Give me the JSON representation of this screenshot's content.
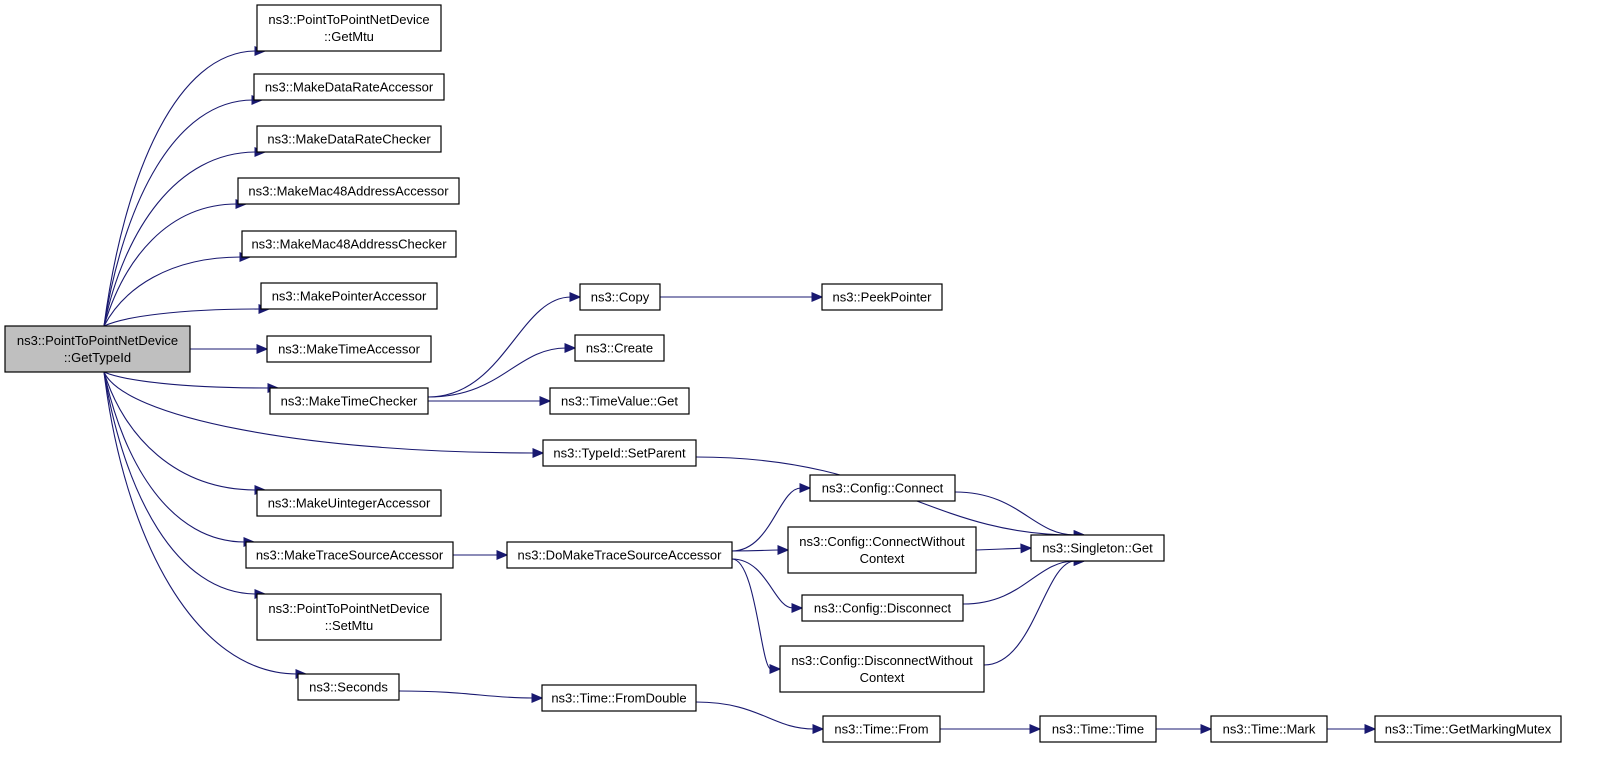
{
  "diagram": {
    "type": "call-graph",
    "root_id": "get_type_id",
    "colors": {
      "edge": "#191970",
      "root_fill": "#bfbfbf",
      "node_fill": "#ffffff",
      "border": "#000000"
    },
    "nodes": [
      {
        "id": "get_type_id",
        "lines": [
          "ns3::PointToPointNetDevice",
          "::GetTypeId"
        ]
      },
      {
        "id": "get_mtu",
        "lines": [
          "ns3::PointToPointNetDevice",
          "::GetMtu"
        ]
      },
      {
        "id": "make_data_rate_accessor",
        "lines": [
          "ns3::MakeDataRateAccessor"
        ]
      },
      {
        "id": "make_data_rate_checker",
        "lines": [
          "ns3::MakeDataRateChecker"
        ]
      },
      {
        "id": "make_mac48_address_accessor",
        "lines": [
          "ns3::MakeMac48AddressAccessor"
        ]
      },
      {
        "id": "make_mac48_address_checker",
        "lines": [
          "ns3::MakeMac48AddressChecker"
        ]
      },
      {
        "id": "make_pointer_accessor",
        "lines": [
          "ns3::MakePointerAccessor"
        ]
      },
      {
        "id": "make_time_accessor",
        "lines": [
          "ns3::MakeTimeAccessor"
        ]
      },
      {
        "id": "make_time_checker",
        "lines": [
          "ns3::MakeTimeChecker"
        ]
      },
      {
        "id": "copy",
        "lines": [
          "ns3::Copy"
        ]
      },
      {
        "id": "peek_pointer",
        "lines": [
          "ns3::PeekPointer"
        ]
      },
      {
        "id": "create",
        "lines": [
          "ns3::Create"
        ]
      },
      {
        "id": "time_value_get",
        "lines": [
          "ns3::TimeValue::Get"
        ]
      },
      {
        "id": "type_id_set_parent",
        "lines": [
          "ns3::TypeId::SetParent"
        ]
      },
      {
        "id": "make_uinteger_accessor",
        "lines": [
          "ns3::MakeUintegerAccessor"
        ]
      },
      {
        "id": "make_trace_source_accessor",
        "lines": [
          "ns3::MakeTraceSourceAccessor"
        ]
      },
      {
        "id": "do_make_trace_source_accessor",
        "lines": [
          "ns3::DoMakeTraceSourceAccessor"
        ]
      },
      {
        "id": "config_connect",
        "lines": [
          "ns3::Config::Connect"
        ]
      },
      {
        "id": "config_connect_without_context",
        "lines": [
          "ns3::Config::ConnectWithout",
          "Context"
        ]
      },
      {
        "id": "config_disconnect",
        "lines": [
          "ns3::Config::Disconnect"
        ]
      },
      {
        "id": "config_disconnect_without_context",
        "lines": [
          "ns3::Config::DisconnectWithout",
          "Context"
        ]
      },
      {
        "id": "singleton_get",
        "lines": [
          "ns3::Singleton::Get"
        ]
      },
      {
        "id": "set_mtu",
        "lines": [
          "ns3::PointToPointNetDevice",
          "::SetMtu"
        ]
      },
      {
        "id": "seconds",
        "lines": [
          "ns3::Seconds"
        ]
      },
      {
        "id": "time_from_double",
        "lines": [
          "ns3::Time::FromDouble"
        ]
      },
      {
        "id": "time_from",
        "lines": [
          "ns3::Time::From"
        ]
      },
      {
        "id": "time_time",
        "lines": [
          "ns3::Time::Time"
        ]
      },
      {
        "id": "time_mark",
        "lines": [
          "ns3::Time::Mark"
        ]
      },
      {
        "id": "time_get_marking_mutex",
        "lines": [
          "ns3::Time::GetMarkingMutex"
        ]
      }
    ],
    "edges": [
      [
        "get_type_id",
        "get_mtu"
      ],
      [
        "get_type_id",
        "make_data_rate_accessor"
      ],
      [
        "get_type_id",
        "make_data_rate_checker"
      ],
      [
        "get_type_id",
        "make_mac48_address_accessor"
      ],
      [
        "get_type_id",
        "make_mac48_address_checker"
      ],
      [
        "get_type_id",
        "make_pointer_accessor"
      ],
      [
        "get_type_id",
        "make_time_accessor"
      ],
      [
        "get_type_id",
        "make_time_checker"
      ],
      [
        "get_type_id",
        "type_id_set_parent"
      ],
      [
        "get_type_id",
        "make_uinteger_accessor"
      ],
      [
        "get_type_id",
        "make_trace_source_accessor"
      ],
      [
        "get_type_id",
        "set_mtu"
      ],
      [
        "get_type_id",
        "seconds"
      ],
      [
        "make_time_checker",
        "copy"
      ],
      [
        "make_time_checker",
        "create"
      ],
      [
        "make_time_checker",
        "time_value_get"
      ],
      [
        "copy",
        "peek_pointer"
      ],
      [
        "type_id_set_parent",
        "singleton_get"
      ],
      [
        "make_trace_source_accessor",
        "do_make_trace_source_accessor"
      ],
      [
        "do_make_trace_source_accessor",
        "config_connect"
      ],
      [
        "do_make_trace_source_accessor",
        "config_connect_without_context"
      ],
      [
        "do_make_trace_source_accessor",
        "config_disconnect"
      ],
      [
        "do_make_trace_source_accessor",
        "config_disconnect_without_context"
      ],
      [
        "config_connect",
        "singleton_get"
      ],
      [
        "config_connect_without_context",
        "singleton_get"
      ],
      [
        "config_disconnect",
        "singleton_get"
      ],
      [
        "config_disconnect_without_context",
        "singleton_get"
      ],
      [
        "seconds",
        "time_from_double"
      ],
      [
        "time_from_double",
        "time_from"
      ],
      [
        "time_from",
        "time_time"
      ],
      [
        "time_time",
        "time_mark"
      ],
      [
        "time_mark",
        "time_get_marking_mutex"
      ]
    ]
  }
}
